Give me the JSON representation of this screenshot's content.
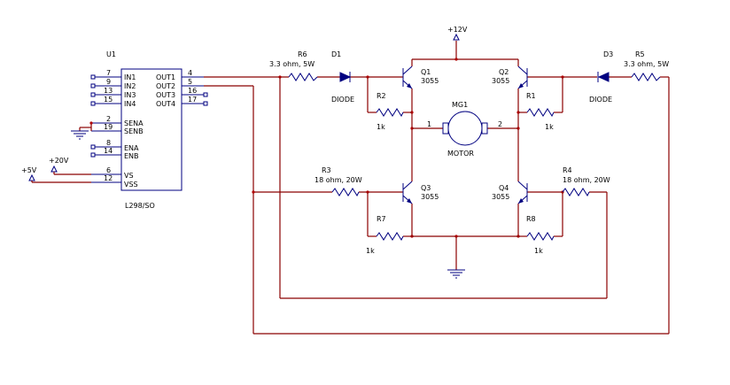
{
  "ic": {
    "ref": "U1",
    "part": "L298/SO",
    "inputs": [
      {
        "pin": "7",
        "name": "IN1"
      },
      {
        "pin": "9",
        "name": "IN2"
      },
      {
        "pin": "13",
        "name": "IN3"
      },
      {
        "pin": "15",
        "name": "IN4"
      }
    ],
    "sense": [
      {
        "pin": "2",
        "name": "SENA"
      },
      {
        "pin": "19",
        "name": "SENB"
      }
    ],
    "enables": [
      {
        "pin": "8",
        "name": "ENA"
      },
      {
        "pin": "14",
        "name": "ENB"
      }
    ],
    "supplies": [
      {
        "pin": "6",
        "name": "VS"
      },
      {
        "pin": "12",
        "name": "VSS"
      }
    ],
    "outputs": [
      {
        "pin": "4",
        "name": "OUT1"
      },
      {
        "pin": "5",
        "name": "OUT2"
      },
      {
        "pin": "16",
        "name": "OUT3"
      },
      {
        "pin": "17",
        "name": "OUT4"
      }
    ]
  },
  "power": {
    "v12": "+12V",
    "v20": "+20V",
    "v5": "+5V"
  },
  "diodes": {
    "d1": {
      "ref": "D1",
      "label": "DIODE"
    },
    "d3": {
      "ref": "D3",
      "label": "DIODE"
    }
  },
  "resistors": {
    "r6": {
      "ref": "R6",
      "value": "3.3 ohm, 5W"
    },
    "r5": {
      "ref": "R5",
      "value": "3.3 ohm, 5W"
    },
    "r3": {
      "ref": "R3",
      "value": "18 ohm, 20W"
    },
    "r4": {
      "ref": "R4",
      "value": "18 ohm, 20W"
    },
    "r2": {
      "ref": "R2",
      "value": "1k"
    },
    "r1": {
      "ref": "R1",
      "value": "1k"
    },
    "r7": {
      "ref": "R7",
      "value": "1k"
    },
    "r8": {
      "ref": "R8",
      "value": "1k"
    }
  },
  "transistors": {
    "q1": {
      "ref": "Q1",
      "part": "3055"
    },
    "q2": {
      "ref": "Q2",
      "part": "3055"
    },
    "q3": {
      "ref": "Q3",
      "part": "3055"
    },
    "q4": {
      "ref": "Q4",
      "part": "3055"
    }
  },
  "motor": {
    "ref": "MG1",
    "label": "MOTOR",
    "pin1": "1",
    "pin2": "2"
  },
  "colors": {
    "wire": "#8b0000",
    "component": "#000080",
    "junction": "#b00000"
  }
}
